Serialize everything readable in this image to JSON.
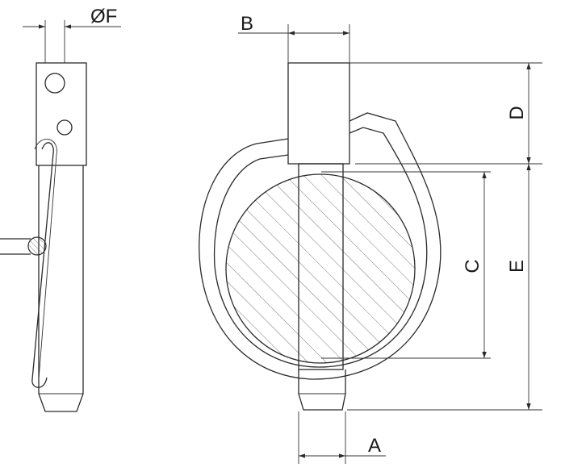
{
  "labels": {
    "diameter_f": "ØF",
    "a": "A",
    "b": "B",
    "c": "C",
    "d": "D",
    "e": "E"
  },
  "colors": {
    "line": "#2a2a2a",
    "background": "#ffffff"
  }
}
